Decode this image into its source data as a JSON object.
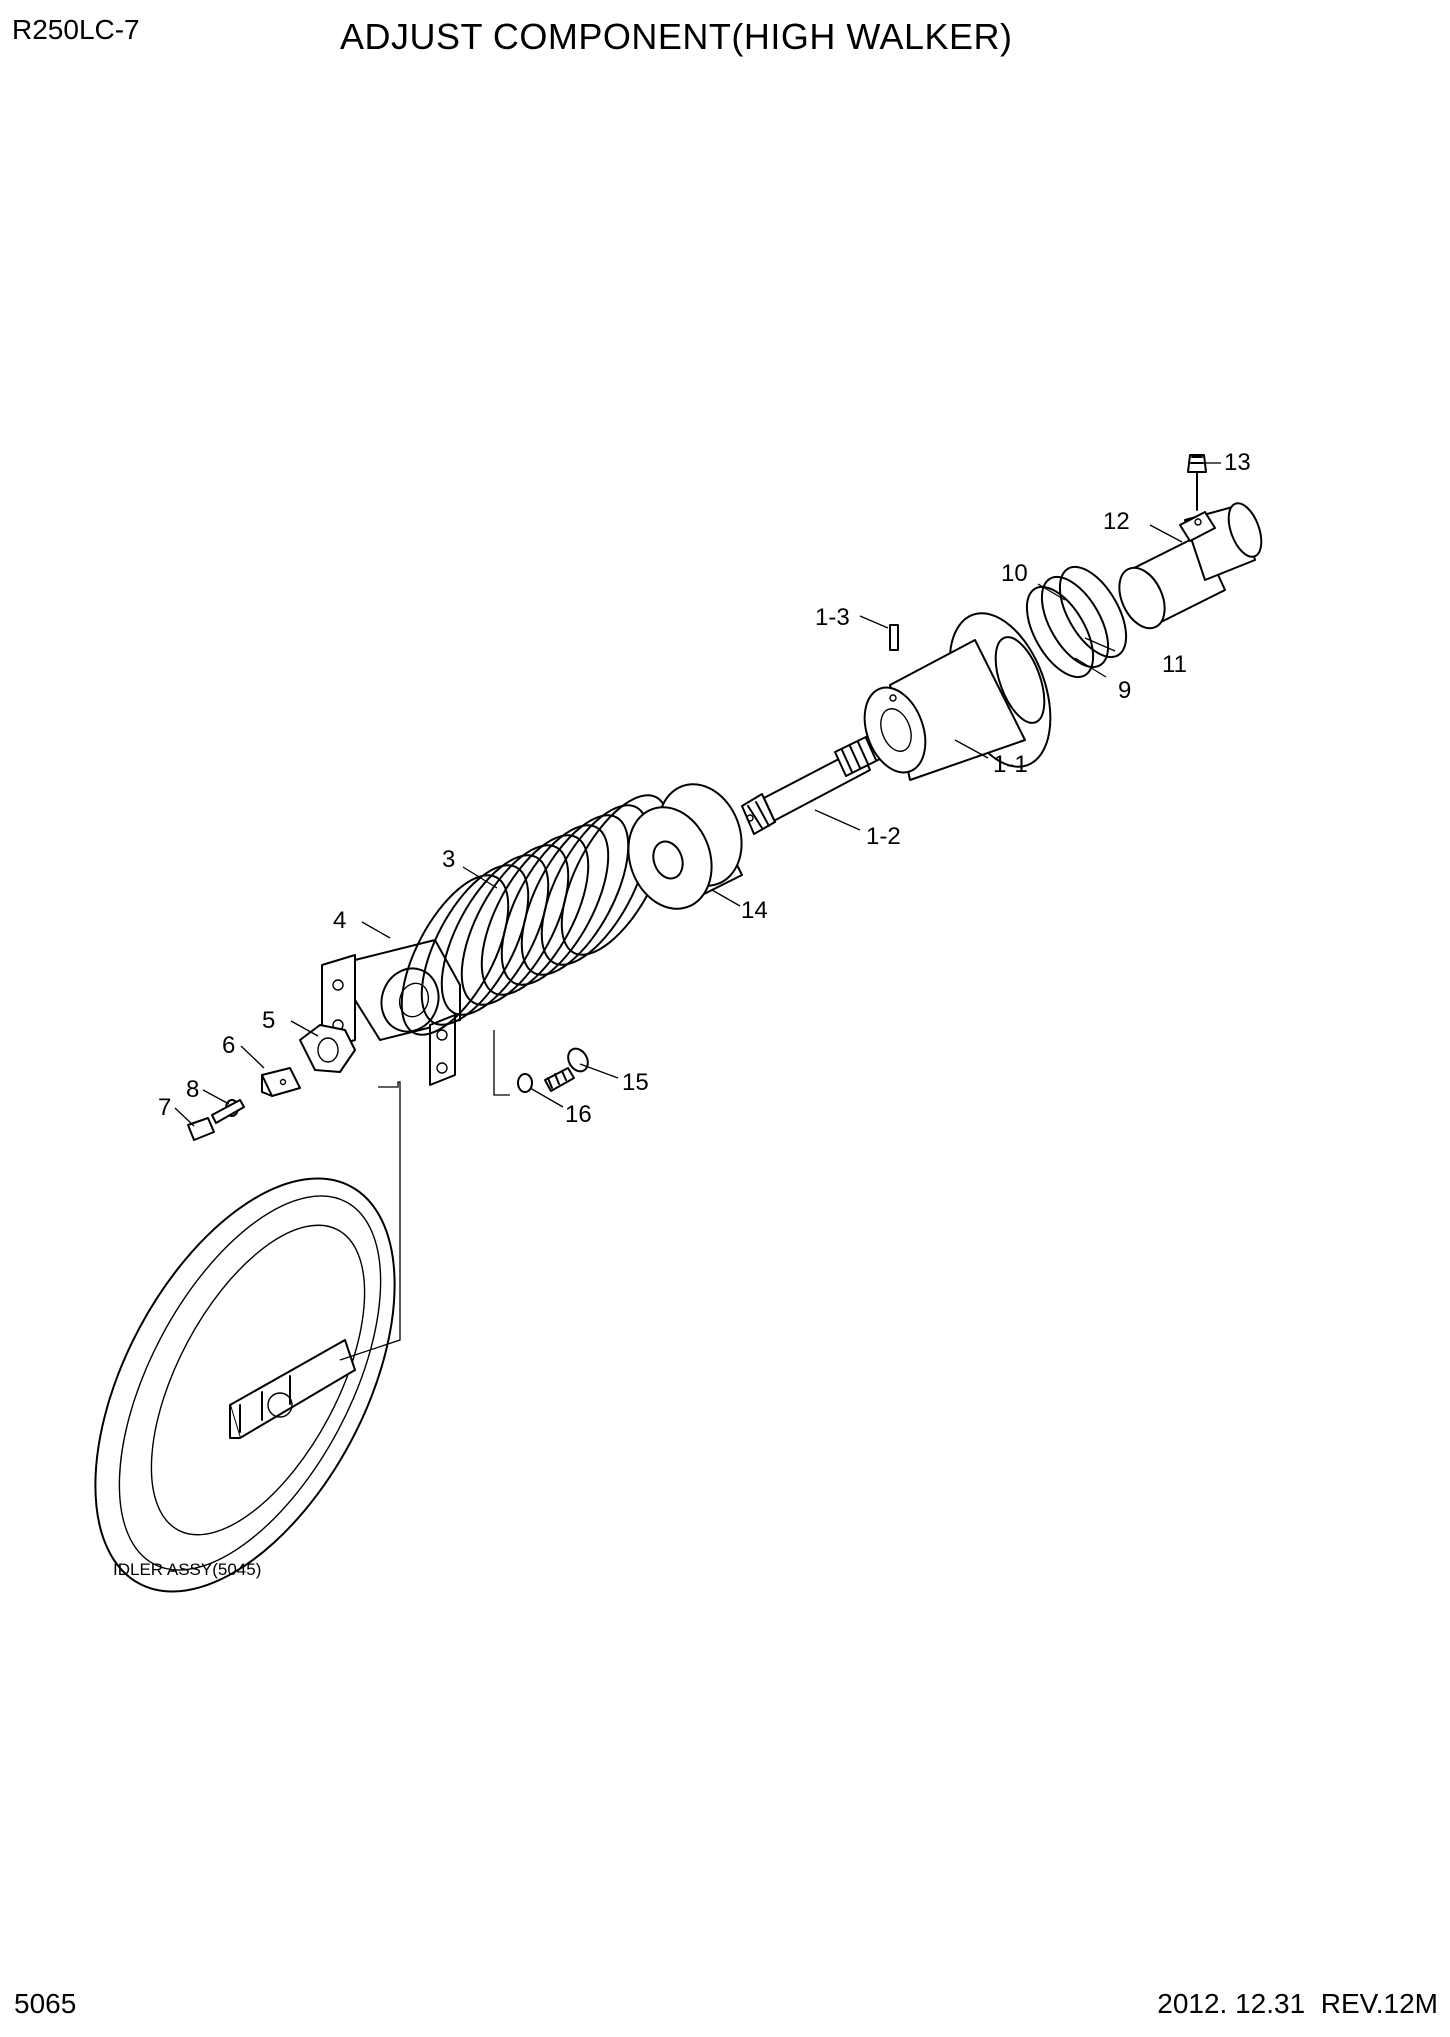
{
  "header": {
    "model": "R250LC-7",
    "title": "ADJUST COMPONENT(HIGH WALKER)"
  },
  "footer": {
    "page_number": "5065",
    "date": "2012. 12.31",
    "revision": "REV.12M"
  },
  "callouts": {
    "c1_1": "1-1",
    "c1_2": "1-2",
    "c1_3": "1-3",
    "c3": "3",
    "c4": "4",
    "c5": "5",
    "c6": "6",
    "c7": "7",
    "c8": "8",
    "c9": "9",
    "c10": "10",
    "c11": "11",
    "c12": "12",
    "c13": "13",
    "c14": "14",
    "c15": "15",
    "c16": "16"
  },
  "idler_note": "IDLER ASSY(5045)"
}
